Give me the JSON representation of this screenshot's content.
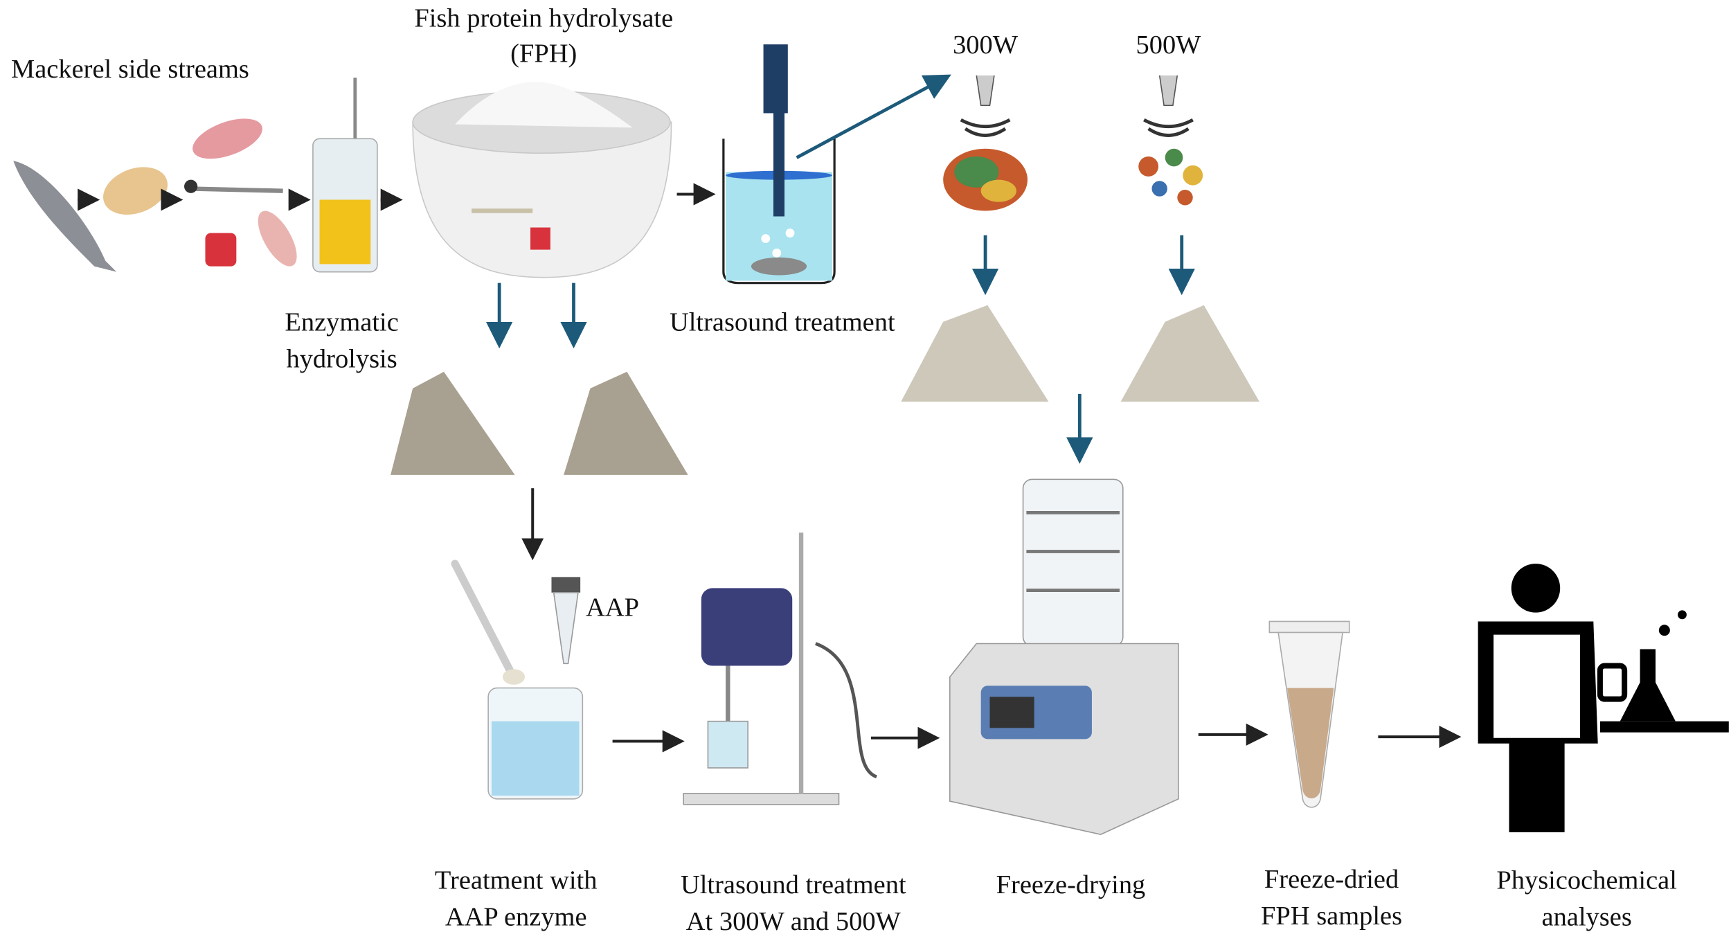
{
  "labels": {
    "mackerel": "Mackerel side streams",
    "fph_line1": "Fish protein hydrolysate",
    "fph_line2": "(FPH)",
    "power_300": "300W",
    "power_500": "500W",
    "enzymatic_line1": "Enzymatic",
    "enzymatic_line2": "hydrolysis",
    "ultrasound_top": "Ultrasound treatment",
    "aap": "AAP"
  },
  "steps": [
    {
      "line1": "Treatment with",
      "line2": "AAP enzyme"
    },
    {
      "line1": "Ultrasound treatment",
      "line2": "At 300W and 500W"
    },
    {
      "line1": "Freeze-drying",
      "line2": ""
    },
    {
      "line1": "Freeze-dried",
      "line2": "FPH samples"
    },
    {
      "line1": "Physicochemical",
      "line2": "analyses"
    }
  ],
  "colors": {
    "arrow_blue": "#1d5a7a",
    "water": "#a9e3ef",
    "powder": "#b9b3a4",
    "device": "#3a3f7a"
  }
}
